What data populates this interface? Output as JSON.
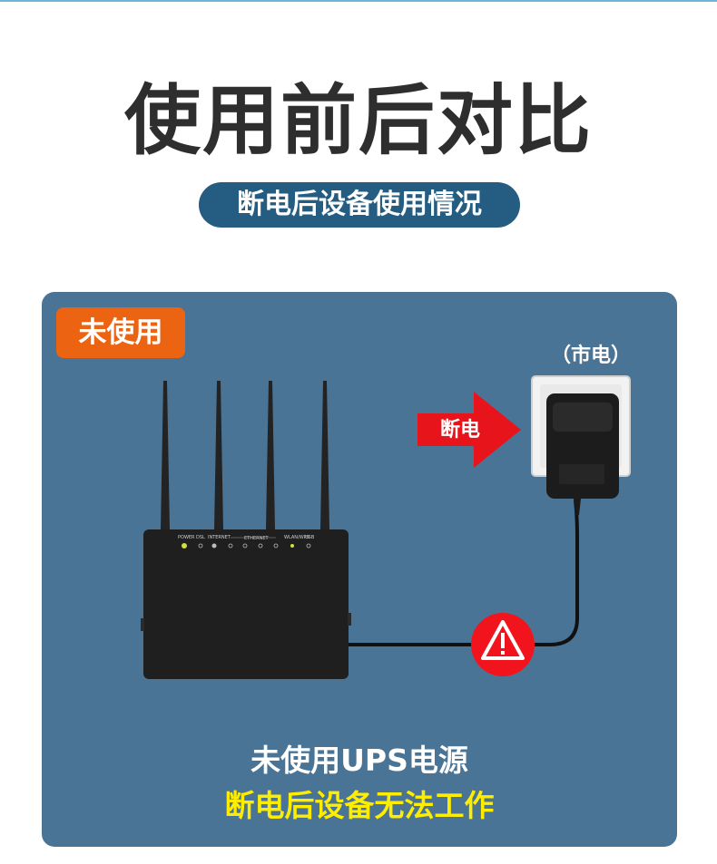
{
  "header": {
    "title": "使用前后对比",
    "subtitle": "断电后设备使用情况"
  },
  "panel": {
    "tag": "未使用",
    "mains_label": "（市电）",
    "cut_label": "断电",
    "router_labels": [
      "POWER",
      "DSL",
      "INTERNET",
      "ETHERNET",
      "WLAN/WPS",
      "USB"
    ],
    "caption_line1": "未使用UPS电源",
    "caption_line2": "断电后设备无法工作"
  },
  "colors": {
    "title": "#2e2e2e",
    "pill": "#255d82",
    "panel": "#4a7496",
    "tag": "#ec6312",
    "arrow": "#e8141c",
    "warning": "#f2141c",
    "caption_highlight": "#ffed00"
  },
  "icons": [
    "router",
    "power-adapter",
    "wall-socket",
    "red-arrow",
    "warning-icon",
    "cable"
  ]
}
